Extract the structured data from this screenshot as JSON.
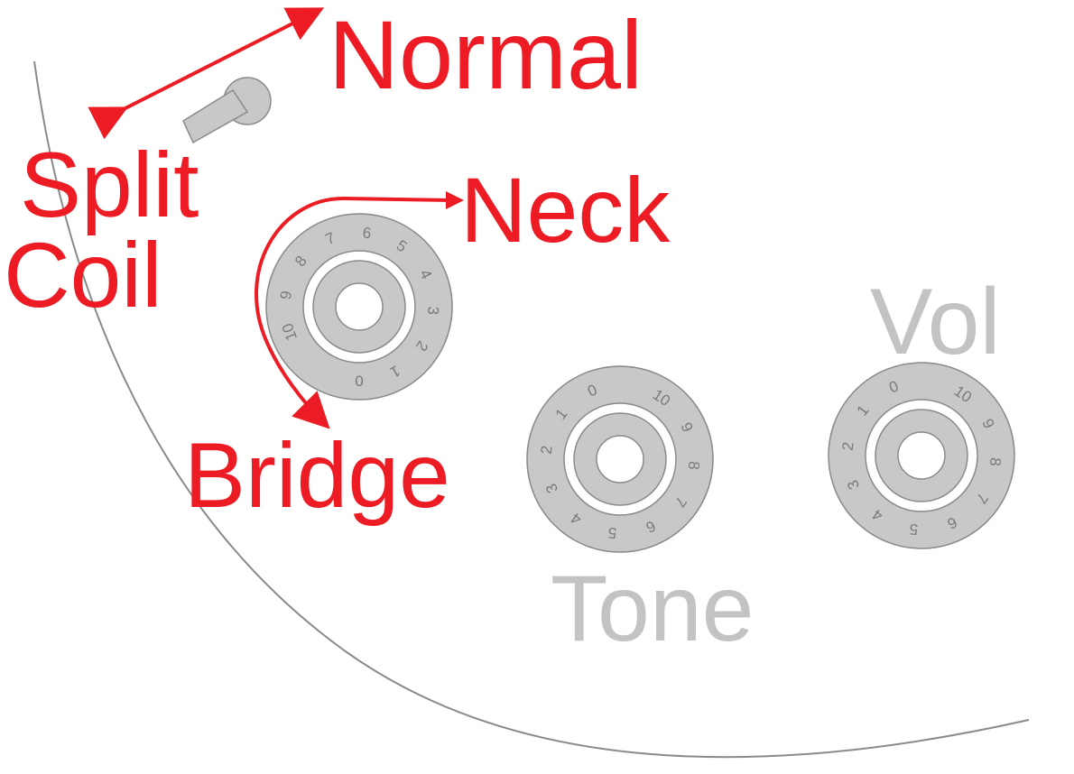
{
  "labels": {
    "normal": "Normal",
    "split": "Split",
    "coil": "Coil",
    "neck": "Neck",
    "bridge": "Bridge",
    "vol": "Vol",
    "tone": "Tone"
  },
  "knobs": {
    "pickup_selector": {
      "numbers": [
        "0",
        "1",
        "2",
        "3",
        "4",
        "5",
        "6",
        "7",
        "8",
        "9",
        "10"
      ]
    },
    "tone": {
      "numbers": [
        "0",
        "1",
        "2",
        "3",
        "4",
        "5",
        "6",
        "7",
        "8",
        "9",
        "10"
      ]
    },
    "vol": {
      "numbers": [
        "0",
        "1",
        "2",
        "3",
        "4",
        "5",
        "6",
        "7",
        "8",
        "9",
        "10"
      ]
    }
  },
  "colors": {
    "annotation": "#ed1c24",
    "knob_fill": "#c8c8c8",
    "knob_outline": "#8a8a8a",
    "body_outline": "#8a8a8a",
    "faded_label": "#c3c3c3"
  }
}
